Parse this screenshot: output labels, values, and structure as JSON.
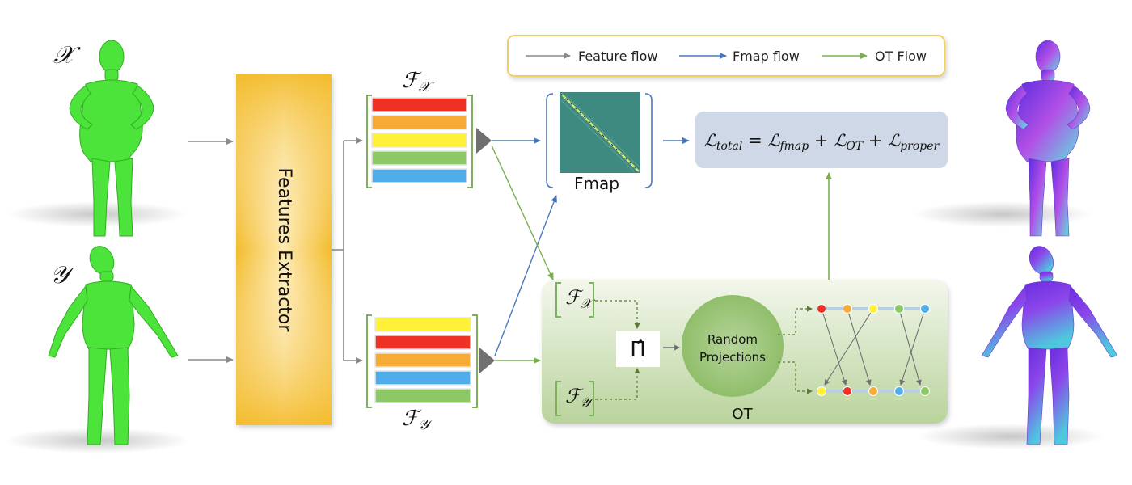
{
  "legend": {
    "items": [
      {
        "label": "Feature flow",
        "color": "#8a8a8a"
      },
      {
        "label": "Fmap flow",
        "color": "#4a78c0"
      },
      {
        "label": "OT Flow",
        "color": "#79b04e"
      }
    ],
    "border_color": "#f0cf62"
  },
  "shapes": {
    "x_symbol": "𝒳",
    "y_symbol": "𝒴",
    "input_color": "#4ce33a"
  },
  "extractor": {
    "label": "Features Extractor",
    "color": "#f4c033"
  },
  "features": {
    "fx_label_main": "ℱ",
    "fx_label_sub": "𝒳",
    "fy_label_main": "ℱ",
    "fy_label_sub": "𝒴",
    "fx_bar_colors": [
      "#ee3124",
      "#f5ab35",
      "#fff03a",
      "#8cc866",
      "#4fadea"
    ],
    "fy_bar_colors": [
      "#fff03a",
      "#ee3124",
      "#f5ab35",
      "#4fadea",
      "#8cc866"
    ]
  },
  "fmap": {
    "label": "Fmap",
    "matrix_color": "#3f8a80"
  },
  "loss": {
    "lhs": "ℒ",
    "lhs_sub": "total",
    "eq": " = ",
    "t1": "ℒ",
    "t1_sub": "fmap",
    "plus1": " + ",
    "t2": "ℒ",
    "t2_sub": "OT",
    "plus2": " + ",
    "t3": "ℒ",
    "t3_sub": "proper"
  },
  "ot": {
    "label": "OT",
    "pi_symbol": "Π̂",
    "random_line1": "Random",
    "random_line2": "Projections",
    "fx_main": "ℱ",
    "fx_sub": "𝒳",
    "fy_main": "ℱ",
    "fy_sub": "𝒴",
    "top_dots": [
      "#ee3124",
      "#f5ab35",
      "#fff03a",
      "#8cc866",
      "#4fadea"
    ],
    "bottom_dots": [
      "#fff03a",
      "#ee3124",
      "#f5ab35",
      "#4fadea",
      "#8cc866"
    ]
  },
  "output": {
    "gradient_top": "#5a2de0",
    "gradient_mid": "#b24fe6",
    "gradient_bottom": "#5ee0e0"
  }
}
